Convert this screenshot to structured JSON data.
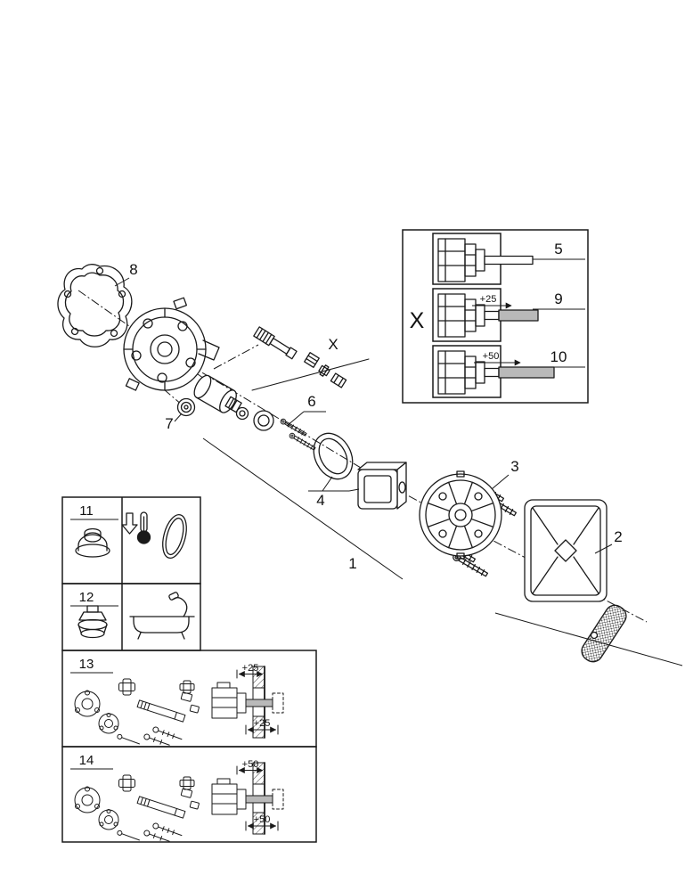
{
  "page": {
    "bg": "#ffffff",
    "ink": "#1a1a1a",
    "gray": "#b9b9b9"
  },
  "callout": {
    "x_label": "X",
    "rows": [
      {
        "num": "5"
      },
      {
        "num": "9",
        "dim": "+25"
      },
      {
        "num": "10",
        "dim": "+50"
      }
    ]
  },
  "labels": {
    "part1": "1",
    "part2": "2",
    "part3": "3",
    "part4": "4",
    "part6": "6",
    "part7": "7",
    "part8": "8",
    "x_ref": "X"
  },
  "boxes": [
    {
      "num": "11"
    },
    {
      "num": "12"
    },
    {
      "num": "13",
      "dim_top": "+25",
      "dim_bottom": "+25"
    },
    {
      "num": "14",
      "dim_top": "+50",
      "dim_bottom": "+50"
    }
  ]
}
